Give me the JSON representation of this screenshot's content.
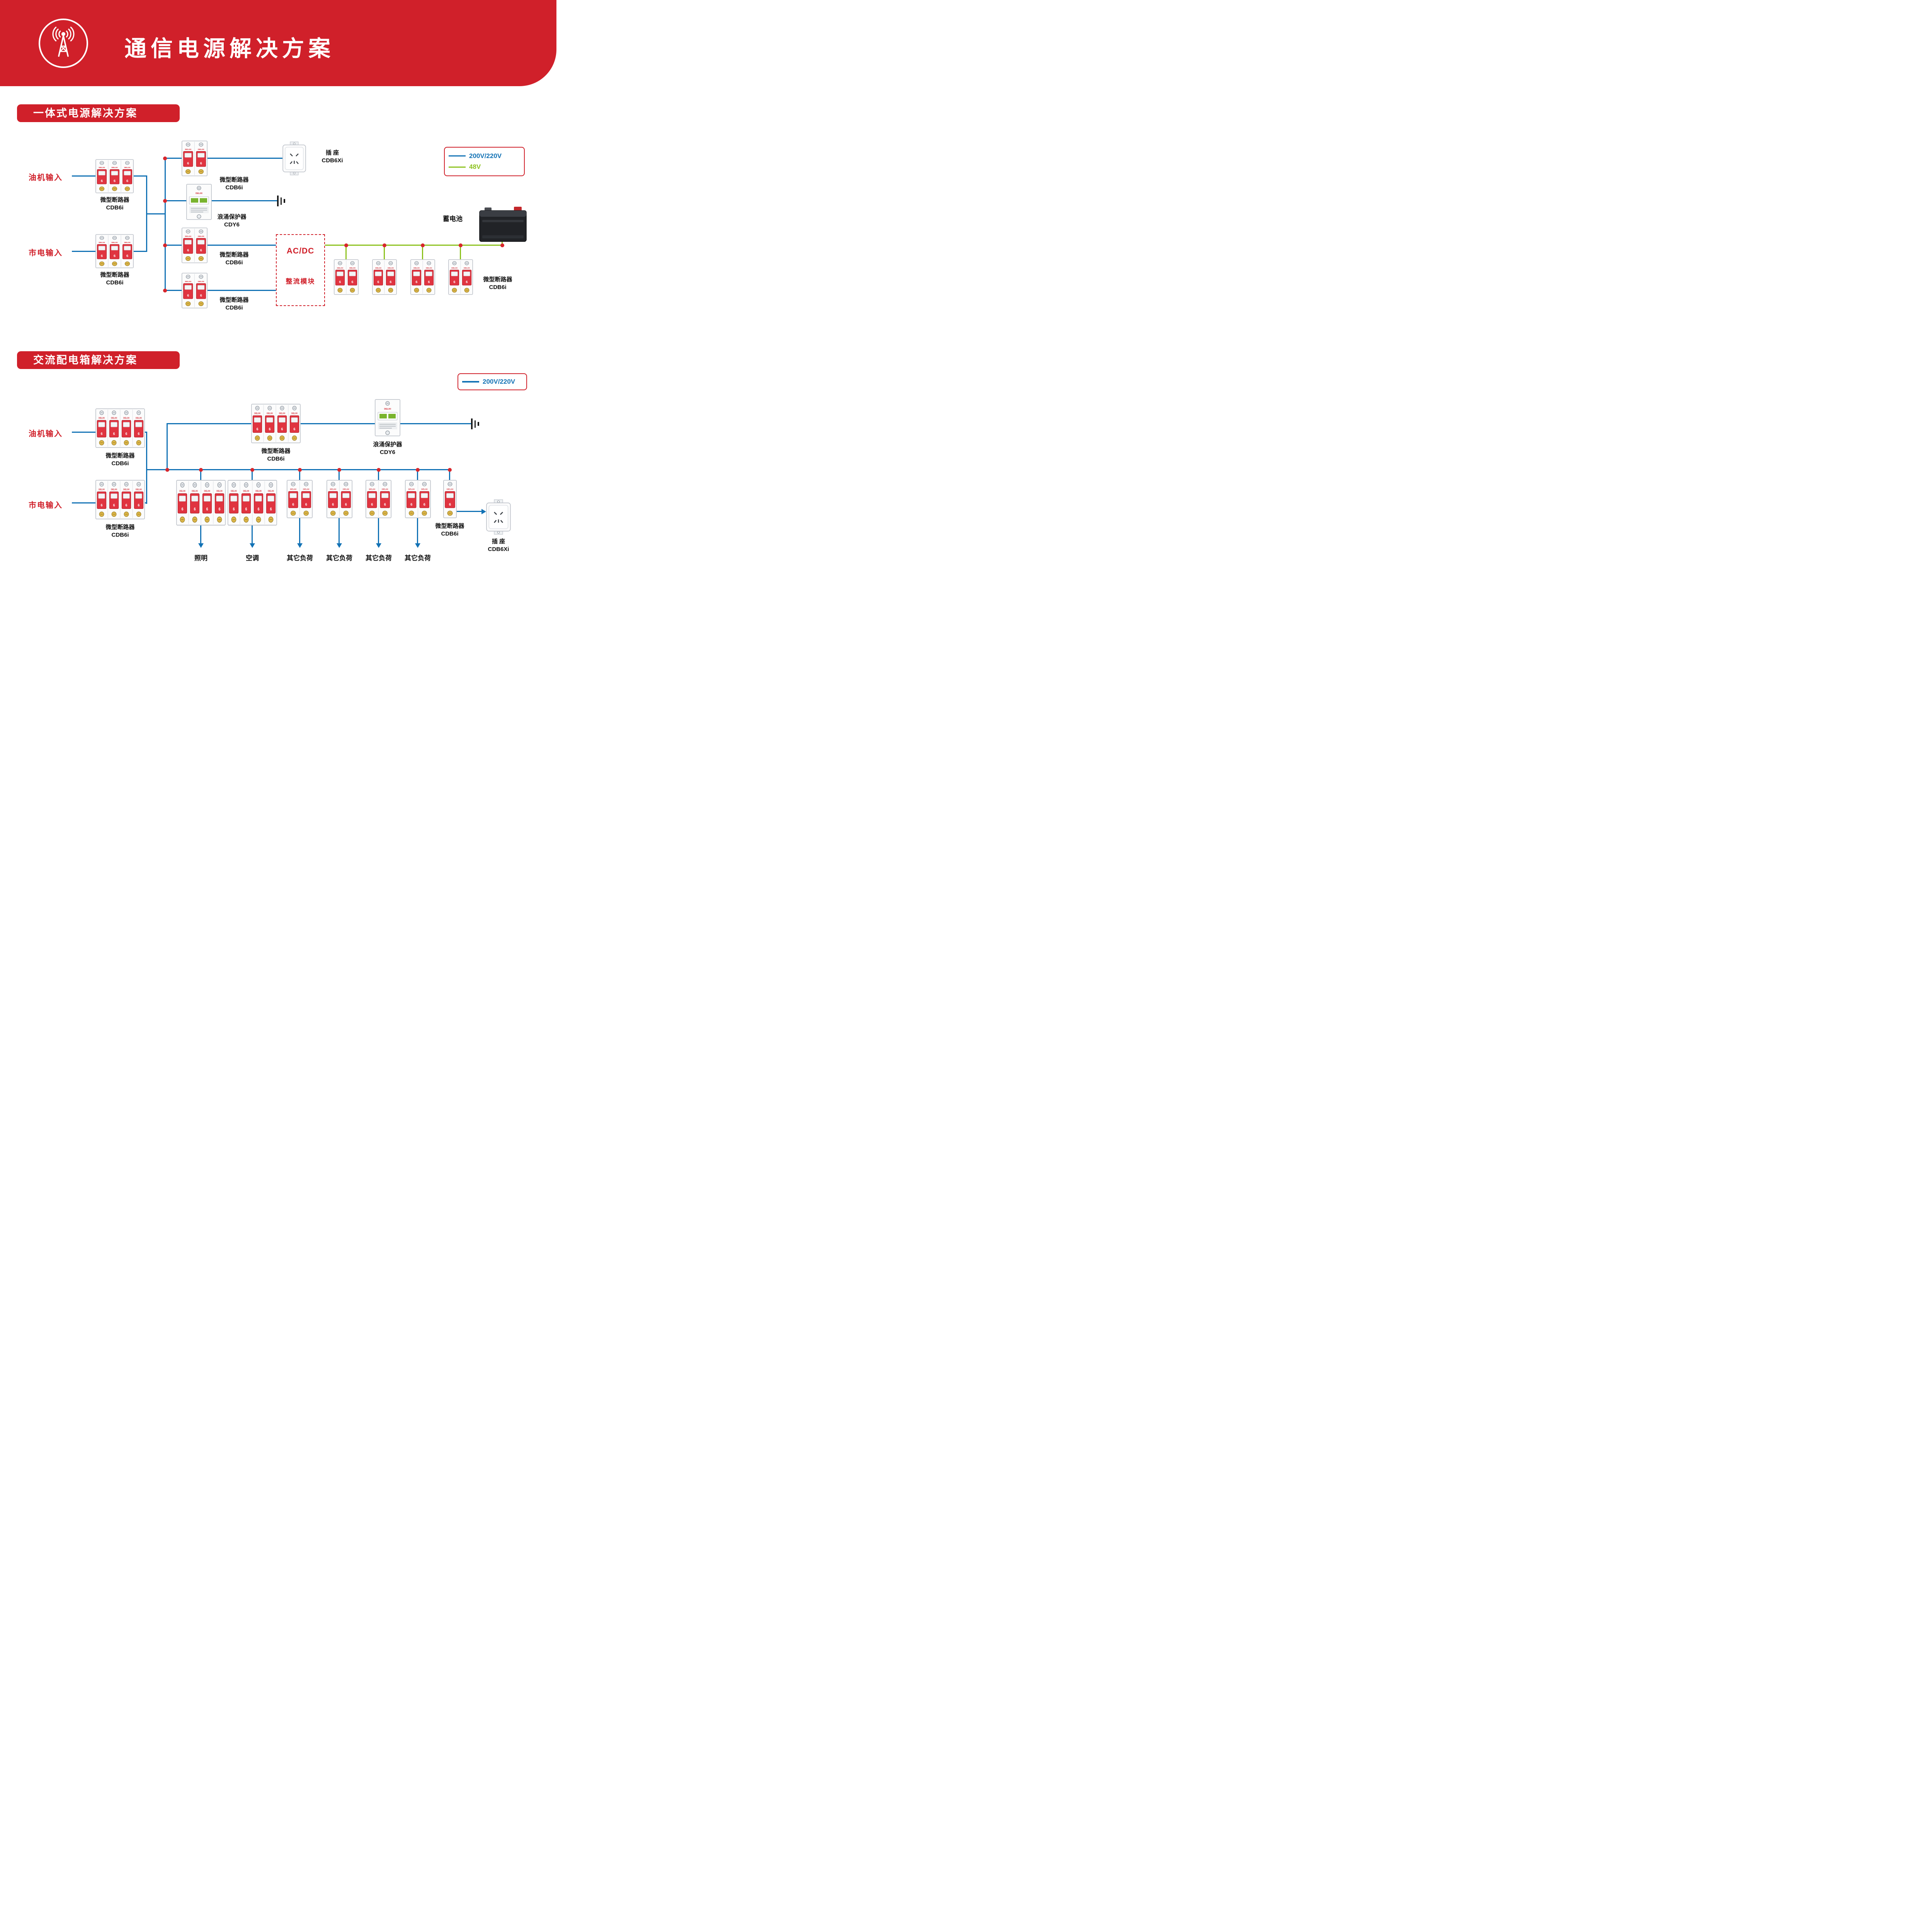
{
  "header": {
    "title": "通信电源解决方案"
  },
  "labels": {
    "device_brand": "DELIXI",
    "breaker_name": "微型断路器",
    "breaker_model": "CDB6i",
    "surge_name": "浪涌保护器",
    "surge_model": "CDY6",
    "socket_name": "插 座",
    "socket_model": "CDB6Xi",
    "battery": "蓄电池",
    "gen_input": "油机输入",
    "mains_input": "市电输入"
  },
  "section1": {
    "title": "一体式电源解决方案",
    "legend": {
      "v220": "200V/220V",
      "v48": "48V"
    },
    "acdc": {
      "line1": "AC/DC",
      "line2": "整流模块"
    }
  },
  "section2": {
    "title": "交流配电箱解决方案",
    "legend": {
      "v220": "200V/220V"
    },
    "loads": [
      "照明",
      "空调",
      "其它负荷",
      "其它负荷",
      "其它负荷",
      "其它负荷"
    ]
  }
}
